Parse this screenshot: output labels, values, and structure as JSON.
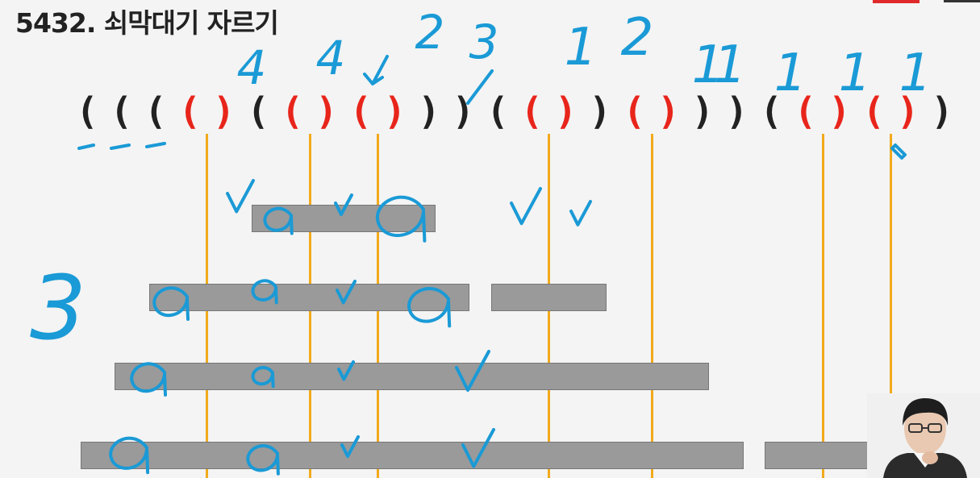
{
  "title": "5432. 쇠막대기 자르기",
  "colors": {
    "background": "#f4f4f4",
    "open_paren": "#222222",
    "laser_paren": "#e8251b",
    "cut_line": "#f2aa1b",
    "bar_fill": "#9a9a9a",
    "pen_ink": "#1a9ad6"
  },
  "sequence": [
    "(",
    "(",
    "(",
    "(",
    ")",
    "(",
    "(",
    ")",
    "(",
    ")",
    ")",
    ")",
    "(",
    "(",
    ")",
    ")",
    "(",
    ")",
    ")",
    ")",
    "(",
    "(",
    ")",
    "(",
    ")",
    ")"
  ],
  "laser_indices": [
    3,
    4,
    6,
    7,
    8,
    9,
    13,
    14,
    16,
    17,
    21,
    22,
    23,
    24
  ],
  "annotations": {
    "counts_above": [
      "4",
      "4",
      "2",
      "3",
      "1",
      "2",
      "1",
      "1",
      "1",
      "1",
      "1"
    ],
    "side_count": "3"
  },
  "icons": {
    "cursor": "pen-cursor-icon",
    "presenter": "presenter-video-thumbnail"
  }
}
